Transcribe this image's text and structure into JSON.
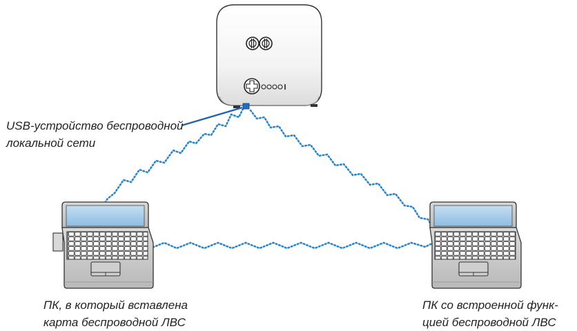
{
  "labels": {
    "usb_device": [
      "USB-устройство беспроводной",
      "локальной сети"
    ],
    "pc_left": [
      "ПК, в который вставлена",
      "карта беспроводной ЛВС"
    ],
    "pc_right": [
      "ПК со встроенной функ-",
      "цией беспроводной ЛВС"
    ]
  },
  "colors": {
    "wireless_link": "#2b86c8",
    "usb_leader_line": "#1d64ad",
    "device_body": "#f3f3f3",
    "outline": "#555555",
    "laptop_screen": "#a9cde9"
  },
  "icons": {
    "projector": "projector-icon",
    "laptop_left": "laptop-icon",
    "laptop_right": "laptop-icon",
    "usb_dongle": "usb-dongle-icon"
  }
}
